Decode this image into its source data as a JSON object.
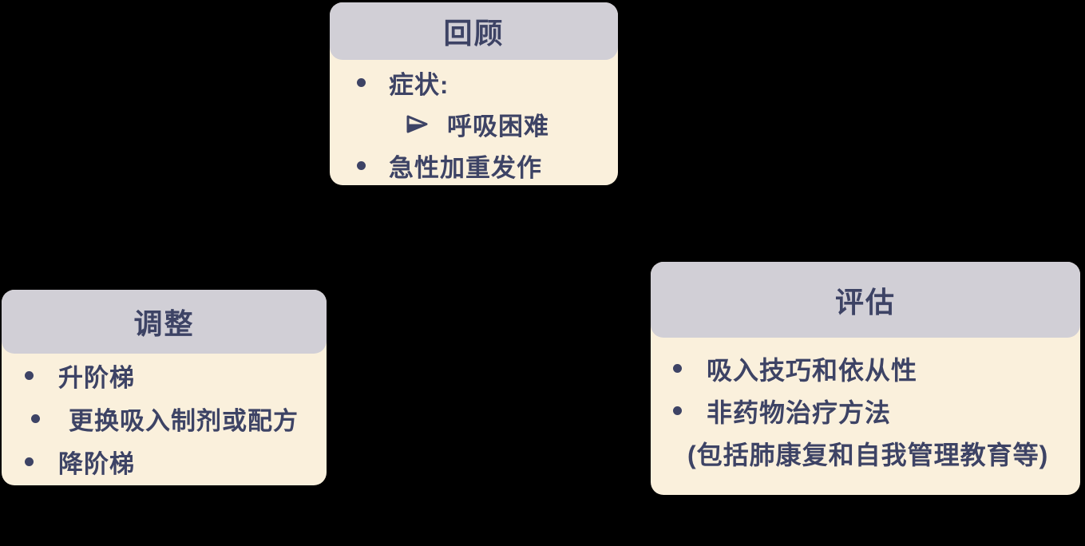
{
  "colors": {
    "background": "#000000",
    "header_bg": "#d1cfd6",
    "body_bg": "#faf0dc",
    "text": "#3d4365"
  },
  "icons": {
    "dot_bullet": "•",
    "arrow_bullet": "➢"
  },
  "cards": {
    "review": {
      "title": "回顾",
      "items": [
        {
          "marker": "dot",
          "text": "症状:"
        },
        {
          "marker": "arrow",
          "text": "呼吸困难"
        },
        {
          "marker": "dot",
          "text": "急性加重发作"
        }
      ]
    },
    "adjust": {
      "title": "调整",
      "items": [
        {
          "marker": "dot",
          "text": "升阶梯"
        },
        {
          "marker": "dot",
          "text": "更换吸入制剂或配方"
        },
        {
          "marker": "dot",
          "text": "降阶梯"
        }
      ]
    },
    "assess": {
      "title": "评估",
      "items": [
        {
          "marker": "dot",
          "text": "吸入技巧和依从性"
        },
        {
          "marker": "dot",
          "text": "非药物治疗方法"
        },
        {
          "marker": "none",
          "text": "(包括肺康复和自我管理教育等)"
        }
      ]
    }
  }
}
